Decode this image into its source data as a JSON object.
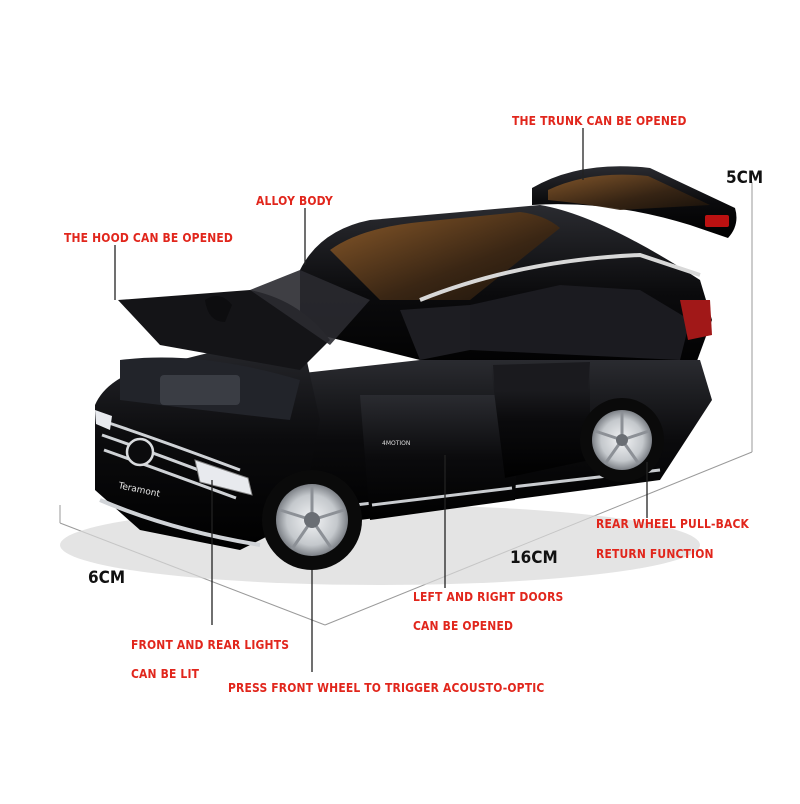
{
  "image": {
    "subject": "black-suv-scale-model",
    "badge_text": "Teramont",
    "side_text": "4MOTION"
  },
  "dimensions": {
    "height": "5CM",
    "width": "6CM",
    "length": "16CM"
  },
  "features": {
    "trunk": "THE TRUNK CAN BE OPENED",
    "alloy": "ALLOY BODY",
    "hood": "THE HOOD CAN BE OPENED",
    "pullback_line1": "REAR WHEEL PULL-BACK",
    "pullback_line2": "RETURN FUNCTION",
    "doors_line1": "LEFT AND RIGHT DOORS",
    "doors_line2": "CAN BE OPENED",
    "lights_line1": "FRONT AND REAR LIGHTS",
    "lights_line2": "CAN BE LIT",
    "sound": "PRESS FRONT WHEEL TO TRIGGER ACOUSTO-OPTIC"
  },
  "colors": {
    "label": "#e1261c",
    "car_body": "#0d0d0f",
    "wheel": "#c9ccd0"
  }
}
